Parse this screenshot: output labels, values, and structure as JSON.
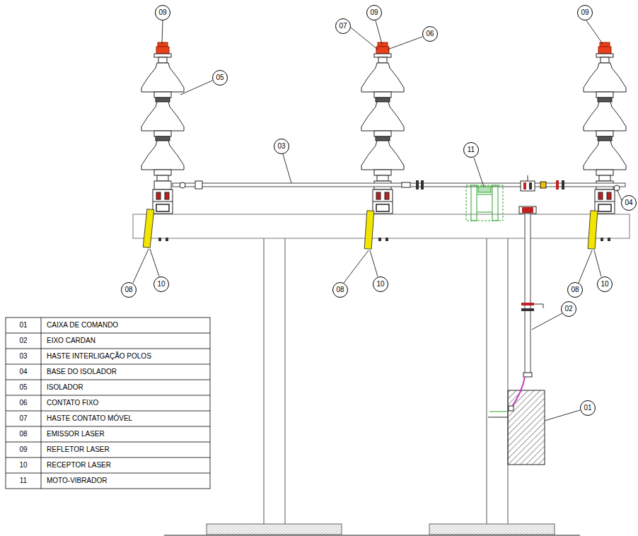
{
  "diagram": {
    "labels": [
      "09",
      "09",
      "07",
      "06",
      "09",
      "05",
      "03",
      "11",
      "04",
      "02",
      "01",
      "08",
      "10",
      "08",
      "10",
      "08",
      "10",
      "01",
      "CAIXA DE COMANDO",
      "02",
      "EIXO CARDAN",
      "03",
      "HASTE INTERLIGAÇÃO POLOS",
      "04",
      "BASE DO ISOLADOR",
      "05",
      "ISOLADOR",
      "06",
      "CONTATO FIXO",
      "07",
      "HASTE CONTATO MÓVEL",
      "08",
      "EMISSOR LASER",
      "09",
      "REFLETOR LASER",
      "10",
      "RECEPTOR LASER",
      "11",
      "MOTO-VIBRADOR"
    ]
  }
}
